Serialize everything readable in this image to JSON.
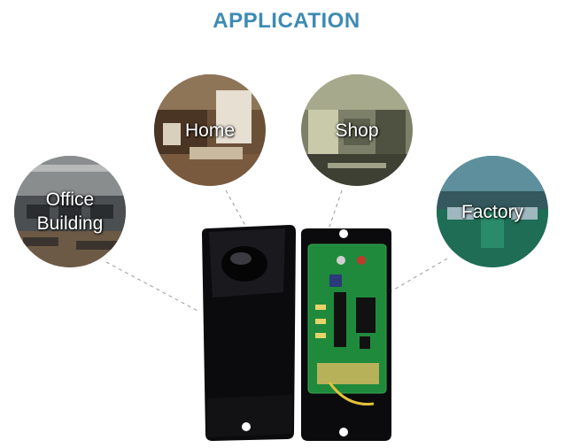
{
  "title": "APPLICATION",
  "colors": {
    "title": "#3d8bb3",
    "connector": "#9a9a9a",
    "housing": "#0c0c0e",
    "pcb": "#1f8a3c"
  },
  "applications": [
    {
      "label": "Office\nBuilding",
      "icon": "office-photo"
    },
    {
      "label": "Home",
      "icon": "home-photo"
    },
    {
      "label": "Shop",
      "icon": "shop-photo"
    },
    {
      "label": "Factory",
      "icon": "factory-photo"
    }
  ],
  "product": {
    "icon": "photoelectric-beam-sensor"
  }
}
